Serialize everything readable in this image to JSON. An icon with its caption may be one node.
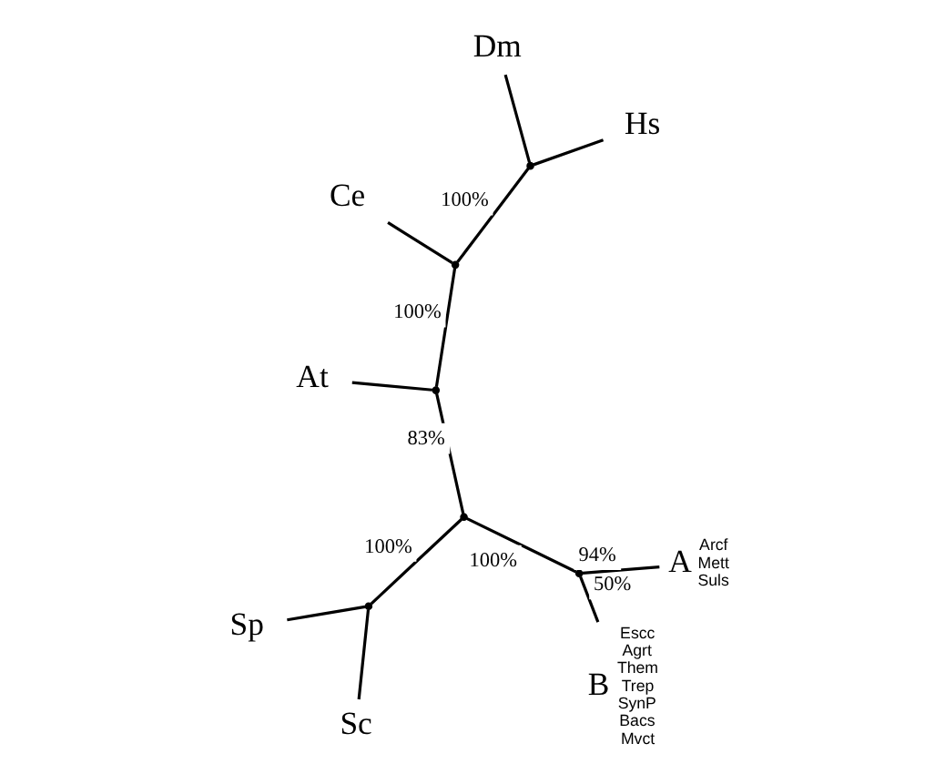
{
  "diagram": {
    "nodes": [
      {
        "text": [
          "Sc"
        ]
      },
      {
        "text": [
          "Sp"
        ]
      },
      {
        "text": [
          "At"
        ]
      },
      {
        "text": [
          "Ce"
        ]
      },
      {
        "text": [
          "Hs"
        ]
      },
      {
        "text": [
          "Dm"
        ]
      },
      {
        "text": [
          "B"
        ],
        "beside": [
          "Escc",
          "Agrt",
          "Them",
          "Trep",
          "SynP",
          "Bacs",
          "Mvct"
        ]
      },
      {
        "text": [
          "A"
        ],
        "beside": [
          "Arcf",
          "Mett",
          "Suls"
        ]
      },
      {
        "text": [],
        "shape": "point"
      },
      {
        "text": [],
        "shape": "point"
      },
      {
        "text": [],
        "shape": "point"
      },
      {
        "text": [],
        "shape": "point"
      },
      {
        "text": [],
        "shape": "point"
      },
      {
        "text": [],
        "shape": "point"
      }
    ],
    "edges": [
      {
        "from": 8,
        "to": 0,
        "arrow": "none"
      },
      {
        "from": 8,
        "to": 1,
        "arrow": "none"
      },
      {
        "from": 9,
        "to": 8,
        "arrow": "none",
        "label": "100%"
      },
      {
        "from": 9,
        "to": 10,
        "arrow": "none",
        "label": "83%"
      },
      {
        "from": 10,
        "to": 2,
        "arrow": "none"
      },
      {
        "from": 10,
        "to": 11,
        "arrow": "none",
        "label": "100%"
      },
      {
        "from": 11,
        "to": 3,
        "arrow": "none"
      },
      {
        "from": 11,
        "to": 12,
        "arrow": "none",
        "label": "100%"
      },
      {
        "from": 12,
        "to": 4,
        "arrow": "none"
      },
      {
        "from": 12,
        "to": 5,
        "arrow": "none"
      },
      {
        "from": 9,
        "to": 13,
        "arrow": "none",
        "label": "100%"
      },
      {
        "from": 13,
        "to": 6,
        "arrow": "none",
        "label": "50%"
      },
      {
        "from": 13,
        "to": 7,
        "arrow": "none",
        "label": "94%"
      }
    ]
  }
}
